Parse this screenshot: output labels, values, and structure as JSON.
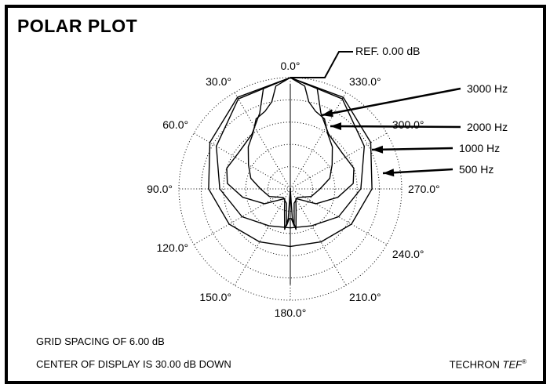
{
  "title": "POLAR PLOT",
  "footer": {
    "grid_spacing": "GRID SPACING OF 6.00 dB",
    "center_display": "CENTER OF DISPLAY IS 30.00 dB DOWN",
    "brand_name": "TECHRON",
    "brand_product": "TEF",
    "brand_mark": "®"
  },
  "chart_data": {
    "type": "polar",
    "title": "POLAR PLOT",
    "angular_tick_labels": [
      "0.0°",
      "30.0°",
      "60.0°",
      "90.0°",
      "120.0°",
      "150.0°",
      "180.0°",
      "210.0°",
      "240.0°",
      "270.0°",
      "300.0°",
      "330.0°"
    ],
    "angular_ticks_deg": [
      0,
      30,
      60,
      90,
      120,
      150,
      180,
      210,
      240,
      270,
      300,
      330
    ],
    "angular_direction": "counterclockwise",
    "zero_direction": "top",
    "radial_unit": "dB",
    "grid_spacing_db": 6,
    "center_db": -30,
    "outer_ring_db": 0,
    "grid": true,
    "reference_label": "REF. 0.00 dB",
    "series": [
      {
        "name": "500 Hz",
        "angles_deg": [
          0,
          30,
          60,
          90,
          120,
          150,
          180,
          210,
          240,
          270,
          300,
          330
        ],
        "db": [
          0,
          -1.5,
          -5,
          -8,
          -11,
          -13.5,
          -14.5,
          -13.5,
          -11,
          -8,
          -5,
          -1.5
        ]
      },
      {
        "name": "1000 Hz",
        "angles_deg": [
          0,
          30,
          60,
          90,
          120,
          150,
          180,
          210,
          240,
          270,
          300,
          330
        ],
        "db": [
          0,
          -2,
          -7,
          -11,
          -15,
          -18.5,
          -19.5,
          -18.5,
          -15,
          -11,
          -7,
          -2
        ]
      },
      {
        "name": "2000 Hz",
        "angles_deg": [
          0,
          15,
          22,
          35,
          55,
          72,
          85,
          100,
          120,
          150,
          165,
          172,
          176,
          180,
          184,
          188,
          195,
          210,
          240,
          260,
          275,
          288,
          305,
          325,
          338,
          345
        ],
        "db": [
          0,
          -2,
          -8,
          -12,
          -13,
          -12,
          -13,
          -17,
          -22,
          -27,
          -24,
          -19,
          -22,
          -30,
          -22,
          -19,
          -24,
          -27,
          -22,
          -17,
          -13,
          -12,
          -13,
          -12,
          -8,
          -2
        ]
      },
      {
        "name": "3000 Hz",
        "angles_deg": [
          0,
          8,
          12,
          18,
          26,
          34,
          45,
          60,
          75,
          90,
          110,
          140,
          165,
          174,
          178,
          182,
          186,
          195,
          220,
          250,
          270,
          285,
          300,
          315,
          326,
          334,
          342,
          348,
          352
        ],
        "db": [
          0,
          -2,
          -6,
          -8,
          -9,
          -12,
          -14,
          -17,
          -19,
          -22,
          -24,
          -27,
          -26,
          -20,
          -22,
          -22,
          -20,
          -26,
          -27,
          -24,
          -22,
          -19,
          -17,
          -14,
          -12,
          -9,
          -8,
          -6,
          -2
        ]
      }
    ]
  }
}
